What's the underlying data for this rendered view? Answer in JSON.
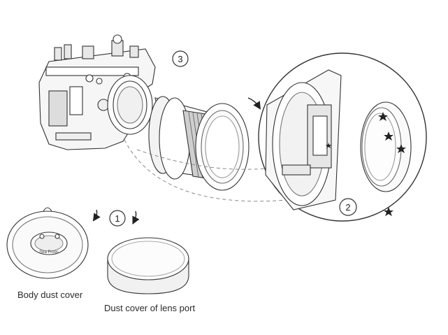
{
  "captions": {
    "body_dust_cover": "Body dust cover",
    "lens_port_dust_cover": "Dust cover of lens port"
  },
  "steps": {
    "one": "1",
    "two": "2",
    "three": "3"
  },
  "cover_logo_text": "Sea Frogs",
  "colors": {
    "line": "#333333",
    "light_line": "#777777",
    "shade": "#bdbdbd",
    "background": "#ffffff"
  },
  "icons": [
    "curved-arrow-icon",
    "star-icon"
  ]
}
